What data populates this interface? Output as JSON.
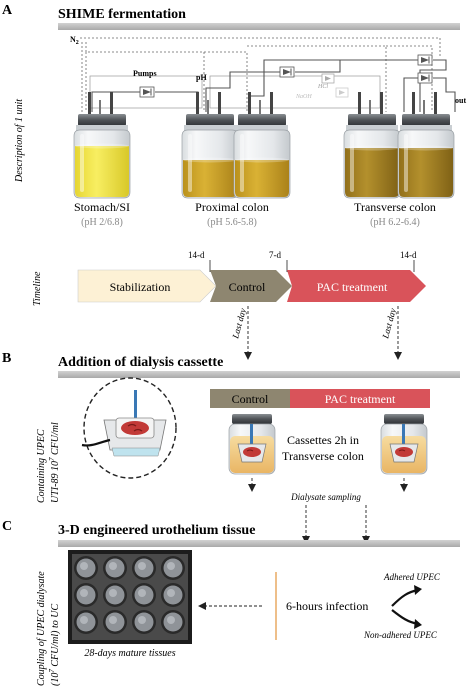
{
  "panels": {
    "a": {
      "letter": "A",
      "title": "SHIME fermentation",
      "side_label": "Description of 1 unit",
      "n2": "N",
      "n2_sub": "2",
      "pumps": "Pumps",
      "ph": "pH",
      "hcl": "HCl",
      "naoh": "NaOH",
      "out": "out",
      "stomach": "Stomach/SI",
      "stomach_ph": "(pH 2/6.8)",
      "proximal": "Proximal colon",
      "proximal_ph": "(pH 5.6-5.8)",
      "transverse": "Transverse colon",
      "transverse_ph": "(pH 6.2-6.4)",
      "timeline_label": "Timeline",
      "t1": "14-d",
      "t2": "7-d",
      "t3": "14-d",
      "stabilization": "Stabilization",
      "control": "Control",
      "pac": "PAC treatment",
      "last_day_1": "Last day",
      "last_day_2": "Last day"
    },
    "b": {
      "letter": "B",
      "title": "Addition of dialysis cassette",
      "side_label_1": "Containing UPEC",
      "side_label_2": "UTI-89 10",
      "side_label_sup": "7",
      "side_label_3": " CFU/ml",
      "control": "Control",
      "pac": "PAC treatment",
      "cassette_line1": "Cassettes 2h in",
      "cassette_line2": "Transverse colon",
      "dialysate": "Dialysate sampling"
    },
    "c": {
      "letter": "C",
      "title": "3-D engineered urothelium tissue",
      "side_label_1": "Coupling of UPEC dialysate",
      "side_label_2": "(10",
      "side_label_sup": "7",
      "side_label_3": " CFU/ml) to UC",
      "tissues_caption": "28-days mature tissues",
      "infection": "6-hours infection",
      "adhered": "Adhered UPEC",
      "nonadhered": "Non-adhered UPEC"
    }
  },
  "colors": {
    "bar": "#b6b6b6",
    "stabilization": "#fdf1d5",
    "control": "#8e8670",
    "pac": "#d9535a",
    "yellow_liquid": "#f3e63e",
    "amber_liquid": "#cfa41e",
    "brown_liquid": "#a68018",
    "orange_line": "#e7a458"
  }
}
